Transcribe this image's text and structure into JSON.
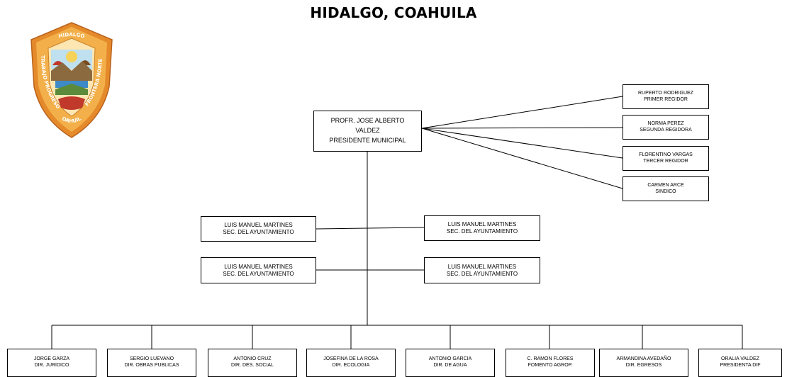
{
  "header": {
    "title": "HIDALGO, COAHUILA"
  },
  "crest": {
    "text_top": "HIDALGO",
    "text_left": "TRABAJO PROGRESO",
    "text_right": "FRONTERA NORTE",
    "text_bottom": "COAHUILA"
  },
  "president": {
    "line1": "PROFR. JOSE ALBERTO",
    "line2": "VALDEZ",
    "line3": "PRESIDENTE  MUNICIPAL"
  },
  "regidores": [
    {
      "name": "RUPERTO RODRIGUEZ",
      "role": "PRIMER REGIDOR"
    },
    {
      "name": "NORMA PEREZ",
      "role": "SEGUNDA REGIDORA"
    },
    {
      "name": "FLORENTINO VARGAS",
      "role": "TERCER REGIDOR"
    },
    {
      "name": "CARMEN ARCE",
      "role": "SINDICO"
    }
  ],
  "secretaries": [
    {
      "name": "LUIS MANUEL MARTINES",
      "role": "SEC. DEL AYUNTAMIENTO"
    },
    {
      "name": "LUIS MANUEL MARTINES",
      "role": "SEC. DEL AYUNTAMIENTO"
    },
    {
      "name": "LUIS MANUEL MARTINES",
      "role": "SEC. DEL AYUNTAMIENTO"
    },
    {
      "name": "LUIS MANUEL MARTINES",
      "role": "SEC. DEL AYUNTAMIENTO"
    }
  ],
  "directors": [
    {
      "name": "JORGE GARZA",
      "role": "DIR. JURIDICO"
    },
    {
      "name": "SERGIO LUEVANO",
      "role": "DIR. OBRAS PUBLICAS"
    },
    {
      "name": "ANTONIO CRUZ",
      "role": "DIR. DES. SOCIAL"
    },
    {
      "name": "JOSEFINA DE LA ROSA",
      "role": "DIR. ECOLOGIA"
    },
    {
      "name": "ANTONIO GARCIA",
      "role": "DIR. DE AGUA"
    },
    {
      "name": "C. RAMON FLORES",
      "role": "FOMENTO AGROP."
    },
    {
      "name": "ARMANDINA AVEDAÑO",
      "role": "DIR. EGRESOS"
    },
    {
      "name": "ORALIA VALDEZ",
      "role": "PRESIDENTA DIF"
    }
  ]
}
